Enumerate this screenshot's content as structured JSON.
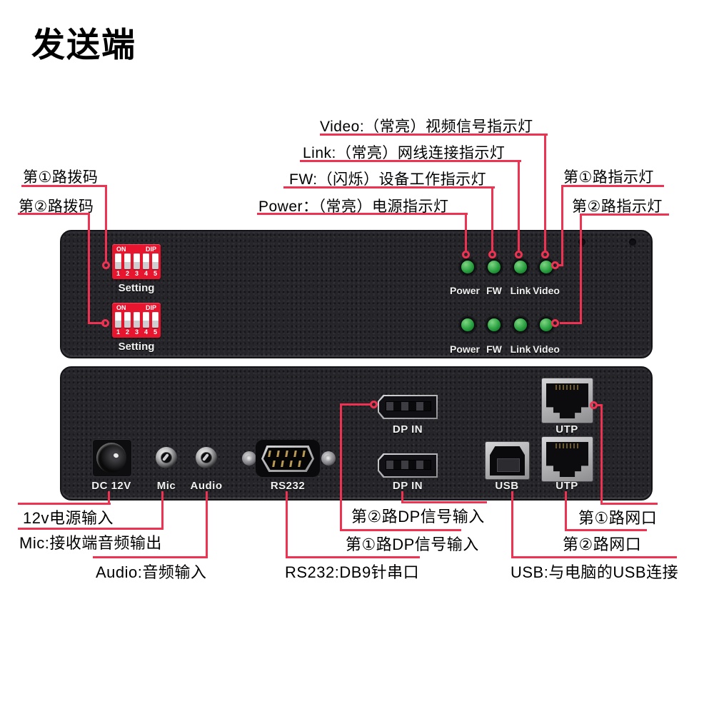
{
  "title": "发送端",
  "colors": {
    "annotation_line": "#ee3352",
    "panel_bg": "#26252a",
    "dip_red": "#e8152f",
    "led_green": "#2aa041"
  },
  "front_panel": {
    "dip1": {
      "on": "ON",
      "dip": "DIP",
      "numbers": [
        "1",
        "2",
        "3",
        "4",
        "5"
      ],
      "label": "Setting"
    },
    "dip2": {
      "on": "ON",
      "dip": "DIP",
      "numbers": [
        "1",
        "2",
        "3",
        "4",
        "5"
      ],
      "label": "Setting"
    },
    "led_row1": {
      "labels": [
        "Power",
        "FW",
        "Link",
        "Video"
      ]
    },
    "led_row2": {
      "labels": [
        "Power",
        "FW",
        "Link",
        "Video"
      ]
    }
  },
  "rear_panel": {
    "dc_label": "DC 12V",
    "mic_label": "Mic",
    "audio_label": "Audio",
    "rs232_label": "RS232",
    "dp1_label": "DP IN",
    "dp2_label": "DP IN",
    "usb_label": "USB",
    "utp1_label": "UTP",
    "utp2_label": "UTP"
  },
  "annotations": {
    "video": "Video:（常亮）视频信号指示灯",
    "link": "Link:（常亮）网线连接指示灯",
    "fw": "FW:（闪烁）设备工作指示灯",
    "power": "Power：（常亮）电源指示灯",
    "ch1_indicator": "第①路指示灯",
    "ch2_indicator": "第②路指示灯",
    "ch1_dip": "第①路拨码",
    "ch2_dip": "第②路拨码",
    "dc": "12v电源输入",
    "mic": "Mic:接收端音频输出",
    "audio": "Audio:音频输入",
    "rs232": "RS232:DB9针串口",
    "dp2": "第②路DP信号输入",
    "dp1": "第①路DP信号输入",
    "usb": "USB:与电脑的USB连接",
    "utp1": "第①路网口",
    "utp2": "第②路网口"
  }
}
